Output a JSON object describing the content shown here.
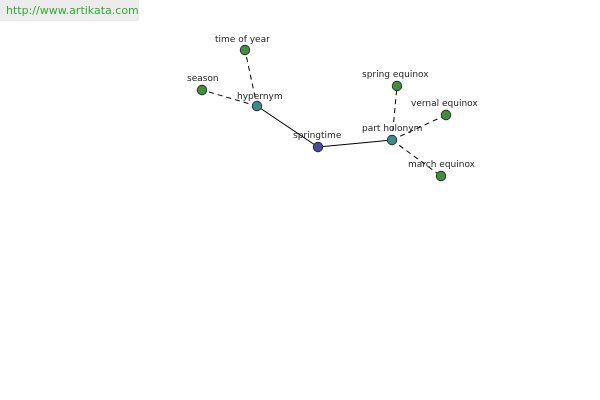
{
  "banner": {
    "url_text": "http://www.artikata.com"
  },
  "colors": {
    "center_node": "#4a4a9a",
    "relation_node": "#3a8a8a",
    "leaf_node": "#3f8f3f",
    "banner_text": "#33aa33"
  },
  "graph": {
    "nodes": [
      {
        "id": "springtime",
        "label": "springtime",
        "kind": "center"
      },
      {
        "id": "hypernym",
        "label": "hypernym",
        "kind": "relation"
      },
      {
        "id": "part-holonym",
        "label": "part holonym",
        "kind": "relation"
      },
      {
        "id": "time-of-year",
        "label": "time of year",
        "kind": "leaf"
      },
      {
        "id": "season",
        "label": "season",
        "kind": "leaf"
      },
      {
        "id": "spring-equinox",
        "label": "spring equinox",
        "kind": "leaf"
      },
      {
        "id": "vernal-equinox",
        "label": "vernal equinox",
        "kind": "leaf"
      },
      {
        "id": "march-equinox",
        "label": "march equinox",
        "kind": "leaf"
      }
    ],
    "edges": [
      {
        "from": "springtime",
        "to": "hypernym",
        "style": "solid"
      },
      {
        "from": "springtime",
        "to": "part-holonym",
        "style": "solid"
      },
      {
        "from": "hypernym",
        "to": "time-of-year",
        "style": "dashed"
      },
      {
        "from": "hypernym",
        "to": "season",
        "style": "dashed"
      },
      {
        "from": "part-holonym",
        "to": "spring-equinox",
        "style": "dashed"
      },
      {
        "from": "part-holonym",
        "to": "vernal-equinox",
        "style": "dashed"
      },
      {
        "from": "part-holonym",
        "to": "march-equinox",
        "style": "dashed"
      }
    ]
  }
}
